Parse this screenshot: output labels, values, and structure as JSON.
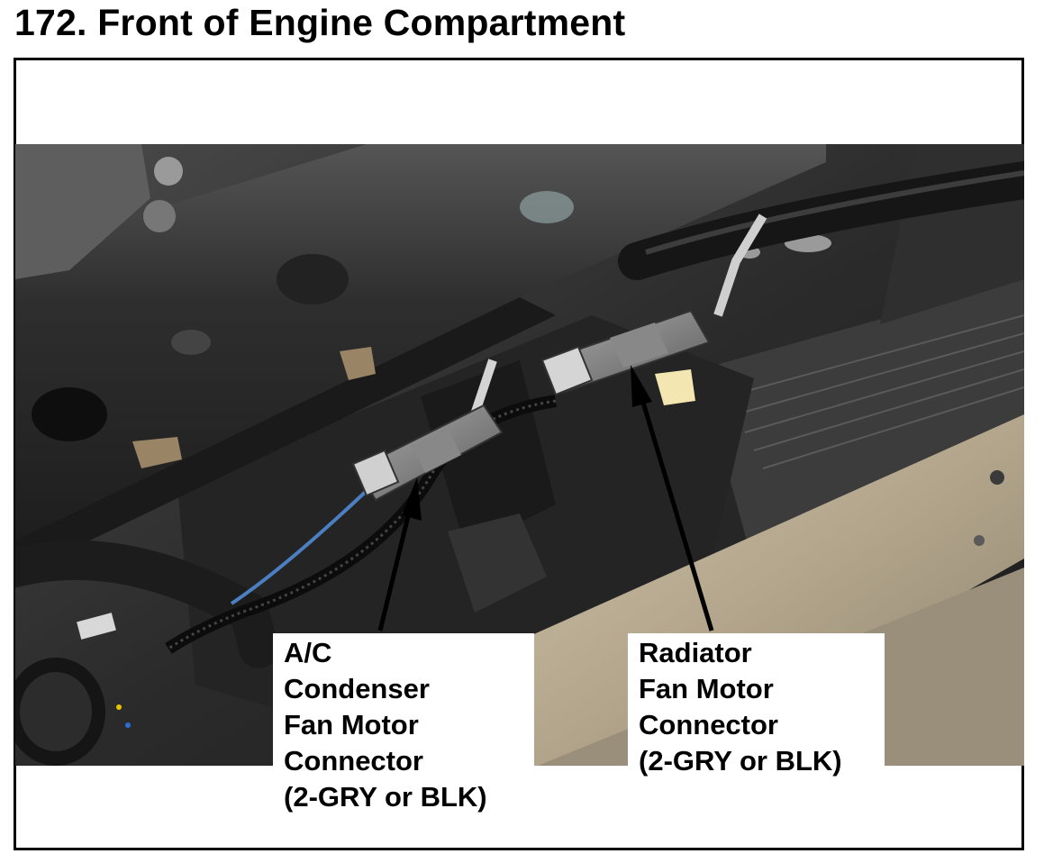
{
  "page": {
    "title": "172. Front of Engine Compartment"
  },
  "callouts": {
    "ac_condenser": {
      "lines": [
        "A/C",
        "Condenser",
        "Fan Motor",
        "Connector",
        "(2-GRY or BLK)"
      ]
    },
    "radiator": {
      "lines": [
        "Radiator",
        "Fan Motor",
        "Connector",
        "(2-GRY or BLK)"
      ]
    }
  },
  "colors": {
    "photo_dark": "#2a2a2a",
    "frame_metal": "#3a3a3a",
    "bracket_tan": "#b8ab93",
    "text": "#000000"
  }
}
